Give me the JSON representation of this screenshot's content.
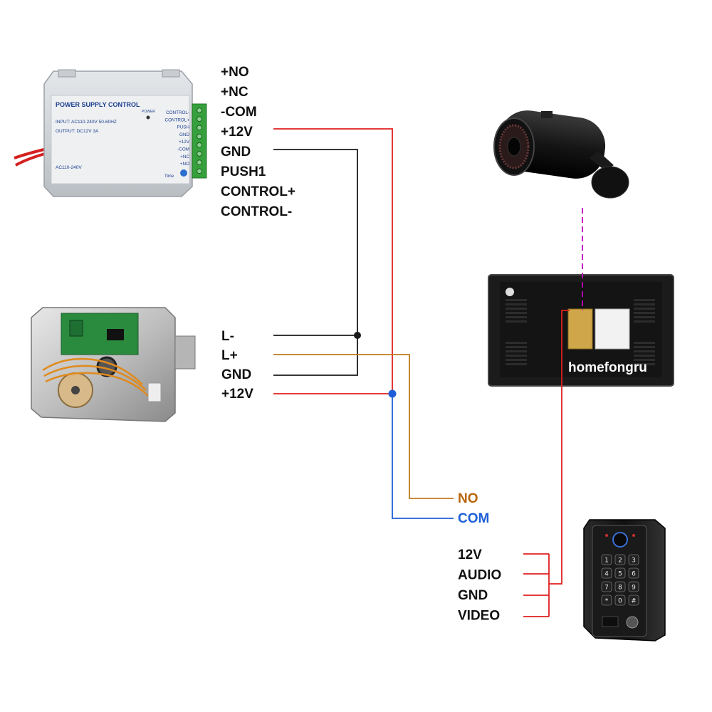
{
  "power_supply": {
    "panel_title": "POWER SUPPLY CONTROL",
    "input_spec": "INPUT: AC110-240V 50-60HZ",
    "output_spec": "OUTPUT: DC12V 3A",
    "ac_label": "AC110-240V",
    "power_indicator": "POWER",
    "timer_label": "Time",
    "terminal_marks": [
      "CONTROL-",
      "CONTROL+",
      "PUSH",
      "GND",
      "+12V",
      "-COM",
      "+NC",
      "+NO"
    ],
    "terminals": [
      "+NO",
      "+NC",
      "-COM",
      "+12V",
      "GND",
      "PUSH1",
      "CONTROL+",
      "CONTROL-"
    ]
  },
  "lock": {
    "terminals": [
      "L-",
      "L+",
      "GND",
      "+12V"
    ]
  },
  "monitor": {
    "brand": "homefongru"
  },
  "relay": {
    "no_label": "NO",
    "com_label": "COM"
  },
  "door_station": {
    "terminals": [
      "12V",
      "AUDIO",
      "GND",
      "VIDEO"
    ],
    "keypad_keys": [
      "1",
      "2",
      "3",
      "4",
      "5",
      "6",
      "7",
      "8",
      "9",
      "*",
      "0",
      "#"
    ]
  },
  "colors": {
    "red_wire": "#e02020",
    "black_wire": "#1a1a1a",
    "orange_wire": "#c07a20",
    "blue_wire": "#1d5fd6",
    "magenta_wire": "#c000c0"
  }
}
